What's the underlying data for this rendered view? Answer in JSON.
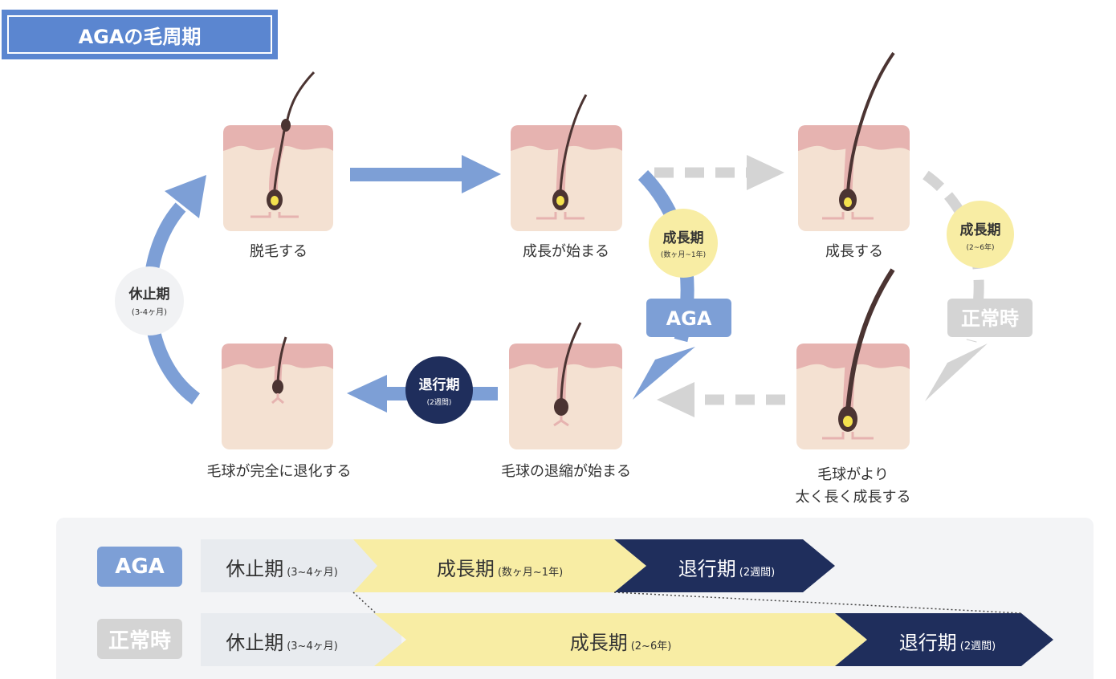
{
  "header": {
    "title": "AGAの毛周期"
  },
  "stages": {
    "hair_loss": "脱毛する",
    "growth_start": "成長が始まる",
    "growth": "成長する",
    "grow_thicker_line1": "毛球がより",
    "grow_thicker_line2": "太く長く成長する",
    "bulb_shrink_start": "毛球の退縮が始まる",
    "bulb_regressed": "毛球が完全に退化する"
  },
  "badges": {
    "rest": {
      "label": "休止期",
      "sub": "(3-4ヶ月)"
    },
    "growth_aga": {
      "label": "成長期",
      "sub": "(数ヶ月~1年)"
    },
    "growth_normal": {
      "label": "成長期",
      "sub": "(2~6年)"
    },
    "regression": {
      "label": "退行期",
      "sub": "(2週間)"
    },
    "aga_tag": "AGA",
    "normal_tag": "正常時"
  },
  "timeline": {
    "aga": {
      "tag": "AGA",
      "rest": {
        "label": "休止期",
        "sub": "(3~4ヶ月)"
      },
      "growth": {
        "label": "成長期",
        "sub": "(数ヶ月~1年)"
      },
      "regression": {
        "label": "退行期",
        "sub": "(2週間)"
      }
    },
    "normal": {
      "tag": "正常時",
      "rest": {
        "label": "休止期",
        "sub": "(3~4ヶ月)"
      },
      "growth": {
        "label": "成長期",
        "sub": "(2~6年)"
      },
      "regression": {
        "label": "退行期",
        "sub": "(2週間)"
      }
    }
  },
  "colors": {
    "accent_blue": "#7d9fd6",
    "navy": "#1f2e5c",
    "yellow": "#f8eda4",
    "gray": "#d4d4d4",
    "skin": "#f4e1d2",
    "skin_top": "#e6b3b0"
  }
}
